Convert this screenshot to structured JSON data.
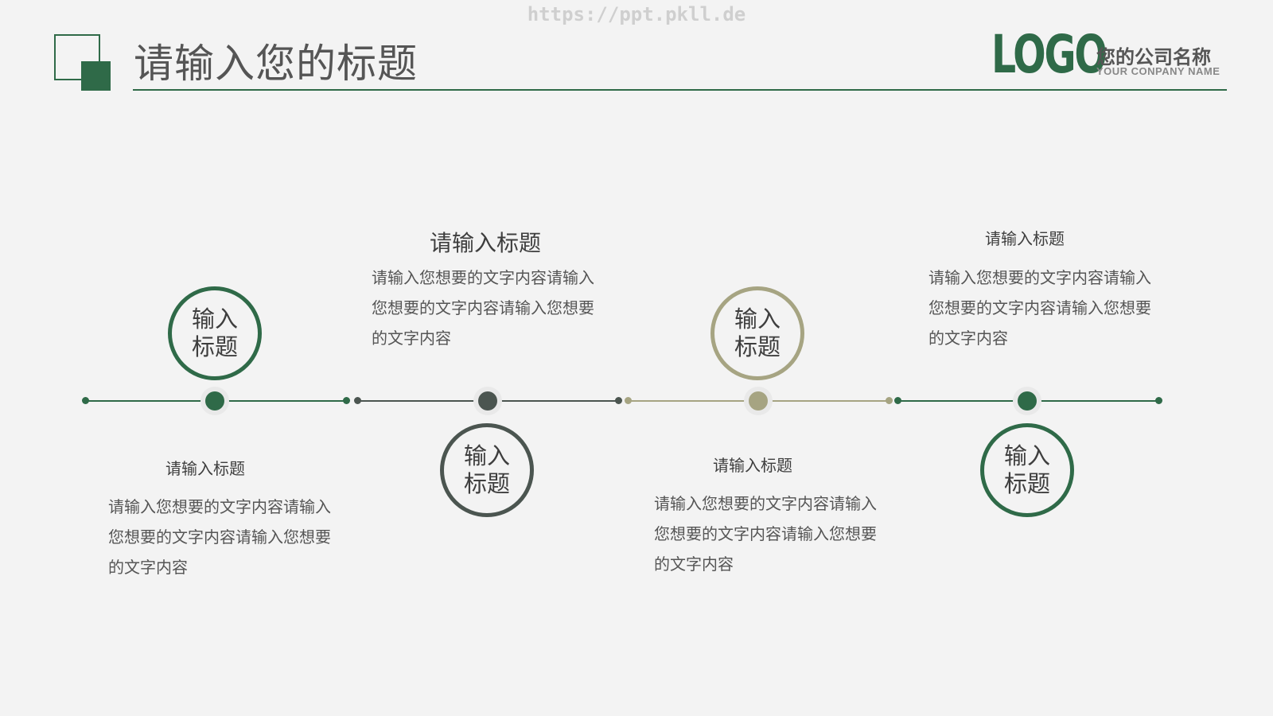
{
  "watermark": "https://ppt.pkll.de",
  "header": {
    "title": "请输入您的标题",
    "logo": "LOGO",
    "company_name": "您的公司名称",
    "company_name_en": "YOUR CONPANY NAME"
  },
  "colors": {
    "green": "#2f6a48",
    "dark_gray": "#4b5550",
    "olive": "#a6a482",
    "background": "#f3f3f3"
  },
  "timeline": {
    "items": [
      {
        "ring_label": "输入标题",
        "title": "请输入标题",
        "body": "请输入您想要的文字内容请输入您想要的文字内容请输入您想要的文字内容"
      },
      {
        "ring_label": "输入标题",
        "title": "请输入标题",
        "body": "请输入您想要的文字内容请输入您想要的文字内容请输入您想要的文字内容"
      },
      {
        "ring_label": "输入标题",
        "title": "请输入标题",
        "body": "请输入您想要的文字内容请输入您想要的文字内容请输入您想要的文字内容"
      },
      {
        "ring_label": "输入标题",
        "title": "请输入标题",
        "body": "请输入您想要的文字内容请输入您想要的文字内容请输入您想要的文字内容"
      }
    ]
  }
}
